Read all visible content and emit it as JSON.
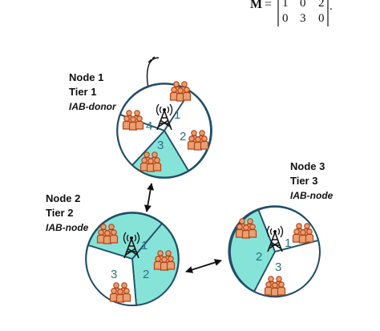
{
  "matrix": {
    "symbol": "M",
    "equals": "=",
    "row1": [
      "1",
      "0",
      "2"
    ],
    "row2": [
      "0",
      "3",
      "0"
    ],
    "end": "."
  },
  "nodes": [
    {
      "name": "Node 1",
      "tier": "Tier 1",
      "role": "IAB-donor",
      "sectors": [
        "1",
        "2",
        "3",
        "4"
      ]
    },
    {
      "name": "Node 2",
      "tier": "Tier 2",
      "role": "IAB-node",
      "sectors": [
        "1",
        "2",
        "3"
      ]
    },
    {
      "name": "Node 3",
      "tier": "Tier 3",
      "role": "IAB-node",
      "sectors": [
        "1",
        "2",
        "3"
      ]
    }
  ],
  "colors": {
    "cell_border": "#1f4e66",
    "active_sector": "#86e3d8",
    "sector_number": "#2d6f86",
    "user_group": "#e8a070",
    "user_outline": "#b5421a",
    "arrow": "#111111"
  },
  "icons": [
    "antenna-tower-icon",
    "user-group-icon",
    "backhaul-cable-icon",
    "double-arrow-icon"
  ]
}
